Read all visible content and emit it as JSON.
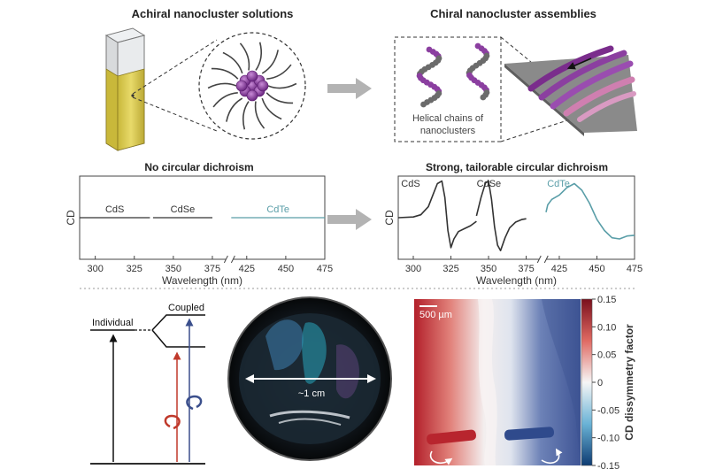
{
  "colors": {
    "purple": "#8b3fa0",
    "gray_arrow": "#b3b3b3",
    "cdte_teal": "#5a9ea8",
    "red_cp": "#c0392b",
    "blue_cp": "#3b4f8c",
    "solution_yellow": "#d9c84a"
  },
  "top": {
    "left_title": "Achiral nanocluster solutions",
    "right_title": "Chiral nanocluster assemblies",
    "helical_caption_line1": "Helical chains of",
    "helical_caption_line2": "nanoclusters"
  },
  "middle": {
    "left_title": "No circular dichroism",
    "right_title": "Strong, tailorable circular dichroism"
  },
  "chart_data": [
    {
      "type": "line",
      "title": "No circular dichroism",
      "xlabel": "Wavelength (nm)",
      "ylabel": "CD",
      "xticks": [
        "300",
        "325",
        "350",
        "375",
        "425",
        "450",
        "475"
      ],
      "series": [
        {
          "name": "CdS",
          "x": [
            290,
            300,
            310,
            320,
            330,
            335
          ],
          "y": [
            0,
            0,
            0,
            0,
            0,
            0
          ]
        },
        {
          "name": "CdSe",
          "x": [
            337,
            345,
            355,
            365,
            375
          ],
          "y": [
            0,
            0,
            0,
            0,
            0
          ]
        },
        {
          "name": "CdTe",
          "x": [
            405,
            425,
            450,
            475
          ],
          "y": [
            0,
            0,
            0,
            0
          ]
        }
      ]
    },
    {
      "type": "line",
      "title": "Strong, tailorable circular dichroism",
      "xlabel": "Wavelength (nm)",
      "ylabel": "CD",
      "xticks": [
        "300",
        "325",
        "350",
        "375",
        "425",
        "450",
        "475"
      ],
      "series": [
        {
          "name": "CdS",
          "x": [
            290,
            300,
            305,
            310,
            313,
            316,
            319,
            321,
            323,
            325,
            327,
            330,
            334,
            338,
            342
          ],
          "y": [
            0,
            0.02,
            0.08,
            0.3,
            0.62,
            0.93,
            1.0,
            0.55,
            -0.35,
            -0.82,
            -0.58,
            -0.38,
            -0.3,
            -0.22,
            -0.1
          ]
        },
        {
          "name": "CdSe",
          "x": [
            342,
            345,
            348,
            350,
            352,
            354,
            356,
            358,
            361,
            364,
            368,
            372,
            375
          ],
          "y": [
            0.05,
            0.55,
            0.95,
            1.0,
            0.5,
            -0.25,
            -0.75,
            -0.9,
            -0.55,
            -0.28,
            -0.12,
            -0.05,
            -0.03
          ]
        },
        {
          "name": "CdTe",
          "x": [
            410,
            415,
            420,
            425,
            430,
            435,
            440,
            445,
            450,
            455,
            460,
            465,
            470,
            475
          ],
          "y": [
            0.15,
            0.35,
            0.5,
            0.62,
            0.82,
            0.93,
            0.75,
            0.4,
            -0.05,
            -0.35,
            -0.55,
            -0.58,
            -0.5,
            -0.48
          ]
        }
      ]
    }
  ],
  "bottom": {
    "individual_label": "Individual",
    "coupled_label": "Coupled",
    "scale_label": "~1 cm",
    "map_scale_label": "500 µm",
    "colorbar_title": "CD dissymmetry factor",
    "colorbar_ticks": [
      "0.15",
      "0.10",
      "0.05",
      "0",
      "-0.05",
      "-0.10",
      "-0.15"
    ]
  }
}
